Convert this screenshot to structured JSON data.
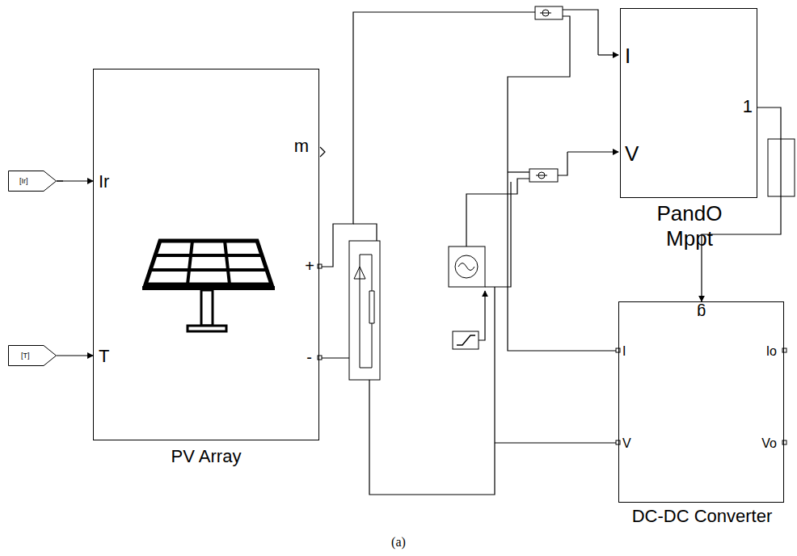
{
  "diagram": {
    "caption": "(a)",
    "nodes": [
      {
        "text": [
          "[Ir]"
        ]
      },
      {
        "text": [
          "[T]"
        ]
      },
      {
        "text": [
          "Ir",
          "T",
          "m",
          "+",
          "-",
          "PV Array"
        ]
      },
      {
        "text": [
          "I",
          "V",
          "1",
          "PandO Mppt"
        ]
      },
      {
        "text": [
          "g",
          "I",
          "V",
          "Io",
          "Vo",
          "DC-DC Converter"
        ]
      }
    ],
    "edges": [
      {
        "from": 0,
        "to": 2,
        "arrow": "to"
      },
      {
        "from": 1,
        "to": 2,
        "arrow": "to"
      },
      {
        "from": 3,
        "to": 4,
        "arrow": "to"
      }
    ]
  }
}
